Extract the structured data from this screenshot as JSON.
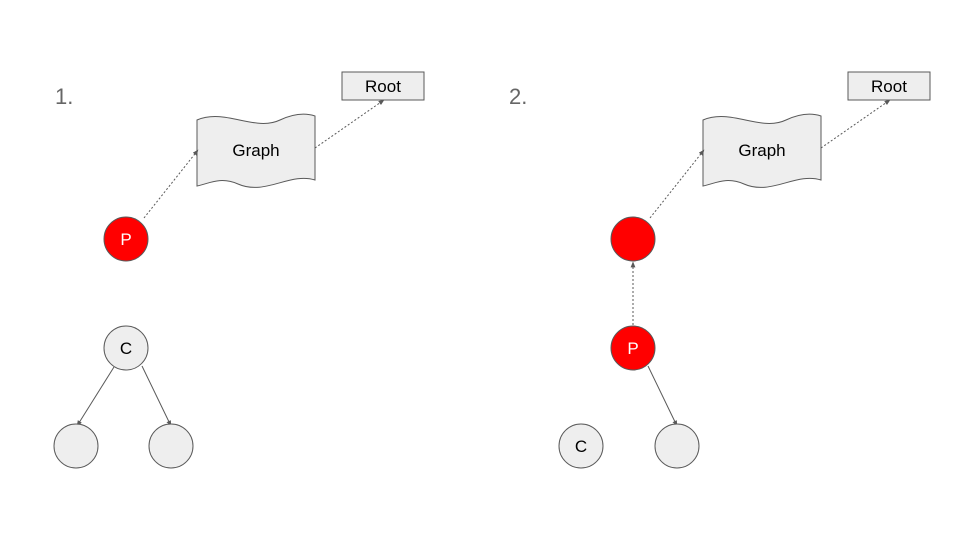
{
  "panel_1": {
    "number": "1.",
    "root_label": "Root",
    "graph_label": "Graph",
    "p_label": "P",
    "c_label": "C"
  },
  "panel_2": {
    "number": "2.",
    "root_label": "Root",
    "graph_label": "Graph",
    "p_label": "P",
    "c_label": "C"
  },
  "colors": {
    "highlight": "#ff0000",
    "node_fill": "#eeeeee",
    "stroke": "#595959",
    "number_text": "#666666"
  }
}
